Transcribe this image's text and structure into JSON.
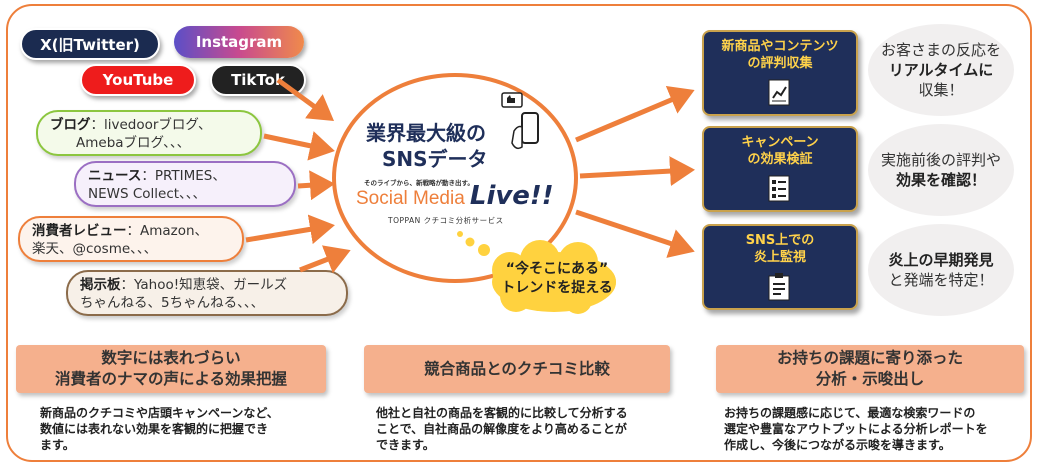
{
  "social_pills": [
    {
      "label": "X(旧Twitter)",
      "bg": "#1b2b50"
    },
    {
      "label": "Instagram",
      "bg": "#d94a7a"
    },
    {
      "label": "YouTube",
      "bg": "#ee1c1c"
    },
    {
      "label": "TikTok",
      "bg": "#222222"
    }
  ],
  "sources": [
    {
      "title": "ブログ",
      "line1": "：livedoorブログ、",
      "line2": "Amebaブログ、、、",
      "color": "#8cc63f",
      "fill": "#f4faea"
    },
    {
      "title": "ニュース",
      "line1": "：PRTIMES、",
      "line2": "NEWS Collect、、、",
      "color": "#9b6fc3",
      "fill": "#f6f0fb"
    },
    {
      "title": "消費者レビュー",
      "line1": "：Amazon、",
      "line2": "楽天、@cosme、、、",
      "color": "#ee7f3b",
      "fill": "#fdf3ec"
    },
    {
      "title": "掲示板",
      "line1": "：Yahoo!知恵袋、ガールズ",
      "line2": "ちゃんねる、5ちゃんねる、、、",
      "color": "#8b6b4a",
      "fill": "#f7f0e8"
    }
  ],
  "center": {
    "headline_1": "業界最大級の",
    "headline_2": "SNSデータ",
    "small_caption": "そのライブから、新戦略が動き出す。",
    "logo_text": "Social Media",
    "logo_live": "Live!!",
    "logo_sub": "TOPPAN クチコミ分析サービス"
  },
  "cloud": {
    "line1": "“今そこにある”",
    "line2": "トレンドを捉える"
  },
  "services": [
    {
      "line1": "新商品やコンテンツ",
      "line2": "の評判収集",
      "icon": "chart-document-icon"
    },
    {
      "line1": "キャンペーン",
      "line2": "の効果検証",
      "icon": "checklist-icon"
    },
    {
      "line1": "SNS上での",
      "line2": "炎上監視",
      "icon": "clipboard-monitor-icon"
    }
  ],
  "bubbles": [
    {
      "l1": "お客さまの反応を",
      "l2": "リアルタイムに",
      "l3": "収集！"
    },
    {
      "l1": "実施前後の評判や",
      "l2": "効果を確認！",
      "l3": ""
    },
    {
      "l1": "炎上の早期発見",
      "l2": "と発端を特定！",
      "l3": ""
    }
  ],
  "features": [
    {
      "title": "数字には表れづらい\n消費者のナマの声による効果把握",
      "desc1": "新商品のクチコミや店頭キャンペーンなど、",
      "desc2": "数値には表れない効果を客観的に把握でき",
      "desc3": "ます。"
    },
    {
      "title": "競合商品とのクチコミ比較",
      "desc1": "他社と自社の商品を客観的に比較して分析する",
      "desc2": "ことで、自社商品の解像度をより高めることが",
      "desc3": "できます。"
    },
    {
      "title": "お持ちの課題に寄り添った\n分析・示唆出し",
      "desc1": "お持ちの課題感に応じて、最適な検索ワードの",
      "desc2": "選定や豊富なアウトプットによる分析レポートを",
      "desc3": "作成し、今後につながる示唆を導きます。"
    }
  ],
  "colors": {
    "accent": "#ee7f3b",
    "navy": "#1f2f5a",
    "gold": "#ffd24a",
    "cloud": "#ffd23f"
  }
}
